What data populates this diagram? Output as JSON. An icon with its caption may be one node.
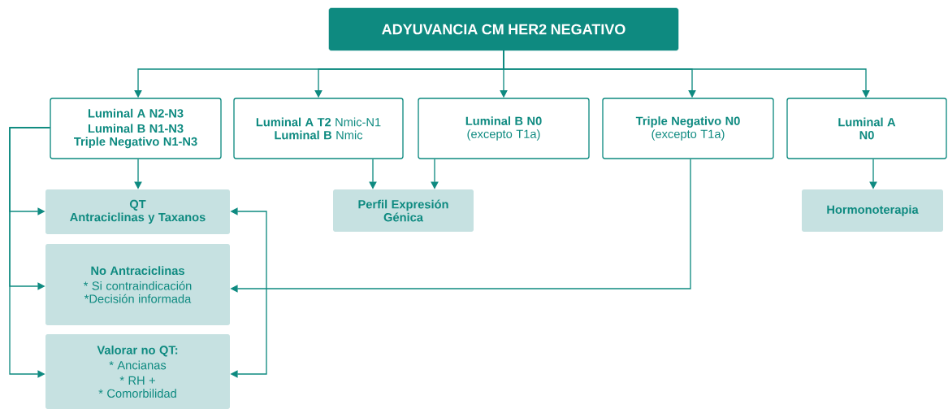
{
  "diagram": {
    "nodes": [
      {
        "text": [
          "ADYUVANCIA CM HER2 NEGATIVO"
        ]
      },
      {
        "text": [
          "Luminal A N2-N3",
          "Luminal B N1-N3",
          "Triple Negativo N1-N3"
        ]
      },
      {
        "text": [
          "**Luminal A T2** Nmic-N1",
          "**Luminal B** Nmic"
        ]
      },
      {
        "text": [
          "Luminal B N0",
          "(excepto T1a)"
        ]
      },
      {
        "text": [
          "Triple Negativo N0",
          "(excepto T1a)"
        ]
      },
      {
        "text": [
          "Luminal A",
          "N0"
        ]
      },
      {
        "text": [
          "QT",
          "Antraciclinas y Taxanos"
        ]
      },
      {
        "text": [
          "Perfil Expresión Génica"
        ]
      },
      {
        "text": [
          "Hormonoterapia"
        ]
      },
      {
        "text": [
          "No Antraciclinas",
          "* Si contraindicación",
          "*Decisión informada"
        ]
      },
      {
        "text": [
          "Valorar no QT:",
          "* Ancianas",
          "* RH +",
          "* Comorbilidad"
        ]
      }
    ],
    "edges": [
      {
        "from": 0,
        "to": 1,
        "arrow": "to"
      },
      {
        "from": 0,
        "to": 2,
        "arrow": "to"
      },
      {
        "from": 0,
        "to": 3,
        "arrow": "to"
      },
      {
        "from": 0,
        "to": 4,
        "arrow": "to"
      },
      {
        "from": 0,
        "to": 5,
        "arrow": "to"
      },
      {
        "from": 1,
        "to": 6,
        "arrow": "to"
      },
      {
        "from": 2,
        "to": 7,
        "arrow": "to"
      },
      {
        "from": 3,
        "to": 7,
        "arrow": "to"
      },
      {
        "from": 5,
        "to": 8,
        "arrow": "to"
      },
      {
        "from": 1,
        "to": 6,
        "arrow": "to"
      },
      {
        "from": 1,
        "to": 9,
        "arrow": "to"
      },
      {
        "from": 1,
        "to": 10,
        "arrow": "to"
      },
      {
        "from": 4,
        "to": 9,
        "arrow": "to"
      },
      {
        "from": 6,
        "to": 10,
        "arrow": "both"
      }
    ]
  }
}
